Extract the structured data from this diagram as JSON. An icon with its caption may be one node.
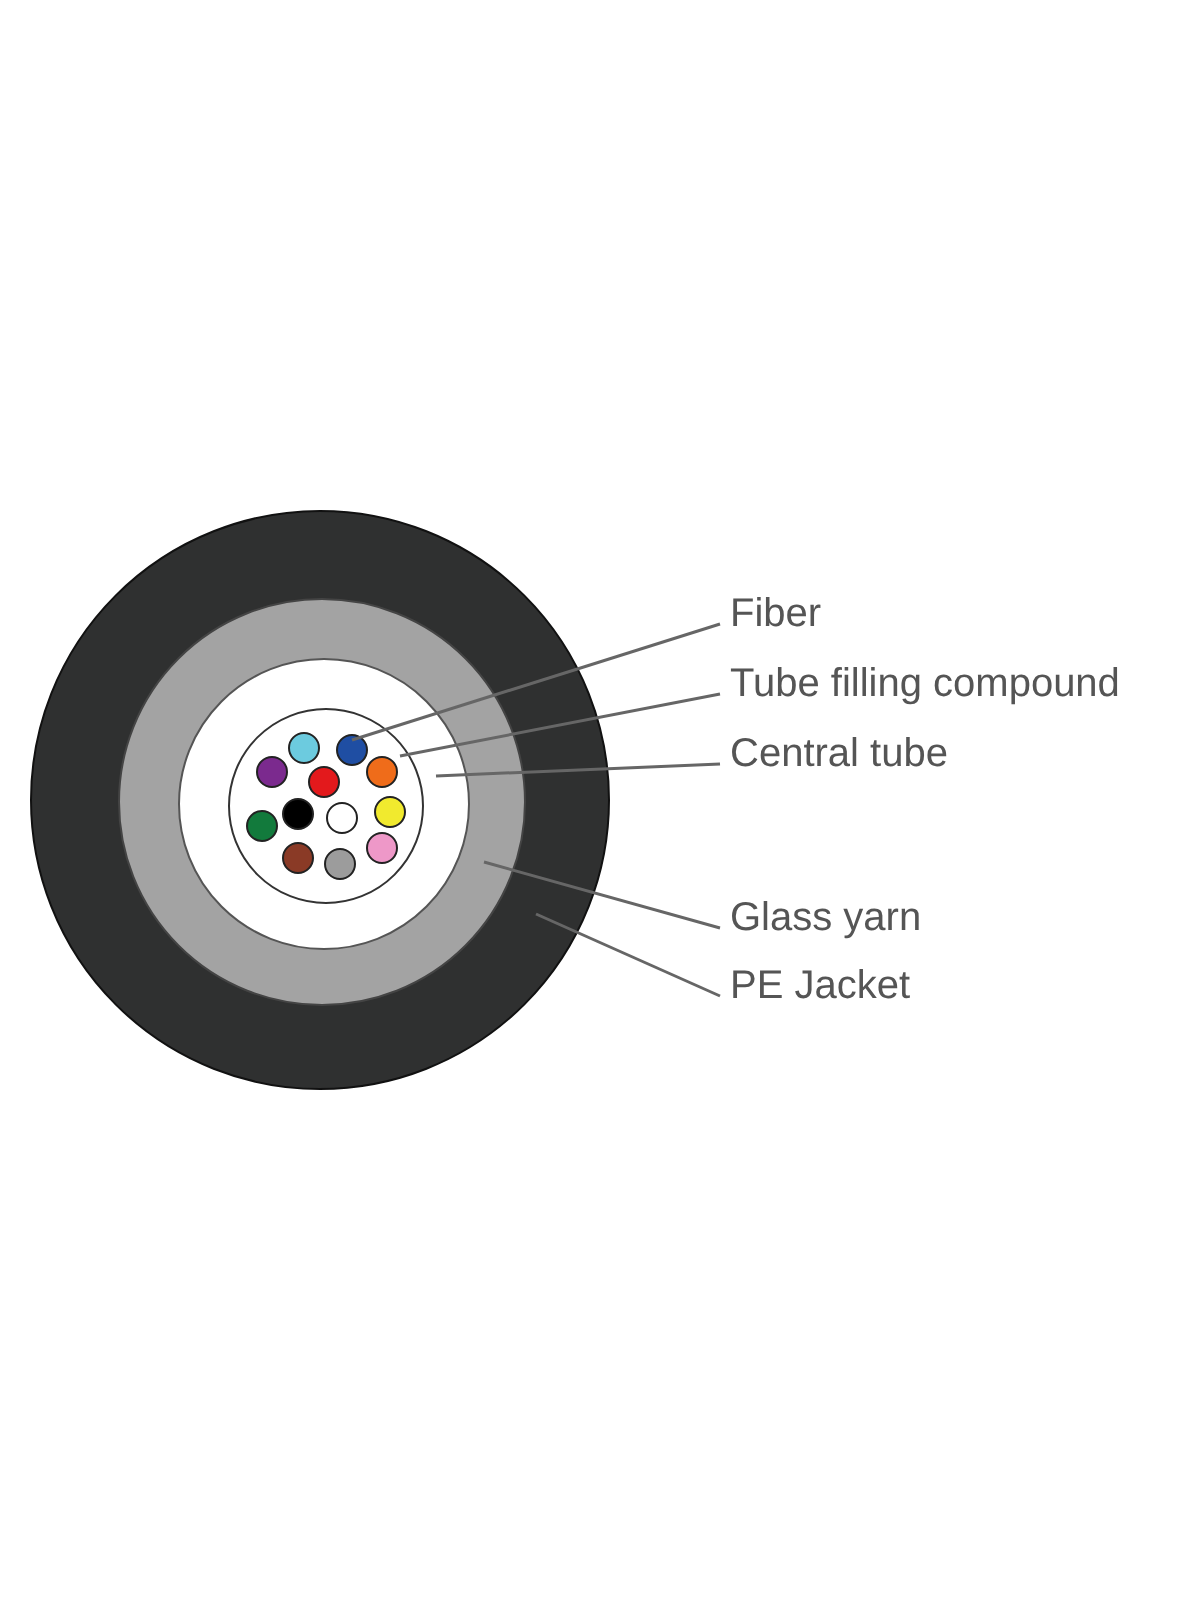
{
  "diagram": {
    "nodes": [
      {
        "text": [],
        "shape": "circle"
      },
      {
        "text": [],
        "shape": "circle",
        "in": 0
      },
      {
        "text": [],
        "shape": "circle",
        "in": 1
      },
      {
        "text": [],
        "shape": "circle",
        "in": 2
      },
      {
        "text": [],
        "shape": "circle",
        "in": 3
      },
      {
        "text": [
          "Fiber"
        ]
      },
      {
        "text": [
          "Tube filling compound"
        ]
      },
      {
        "text": [
          "Central tube"
        ]
      },
      {
        "text": [
          "Glass yarn"
        ]
      },
      {
        "text": [
          "PE Jacket"
        ]
      }
    ],
    "edges": [
      {
        "from": 5,
        "to": 4,
        "arrow": "none"
      },
      {
        "from": 6,
        "to": 3,
        "arrow": "none"
      },
      {
        "from": 7,
        "to": 2,
        "arrow": "none"
      },
      {
        "from": 8,
        "to": 1,
        "arrow": "none"
      },
      {
        "from": 9,
        "to": 0,
        "arrow": "none"
      }
    ]
  }
}
